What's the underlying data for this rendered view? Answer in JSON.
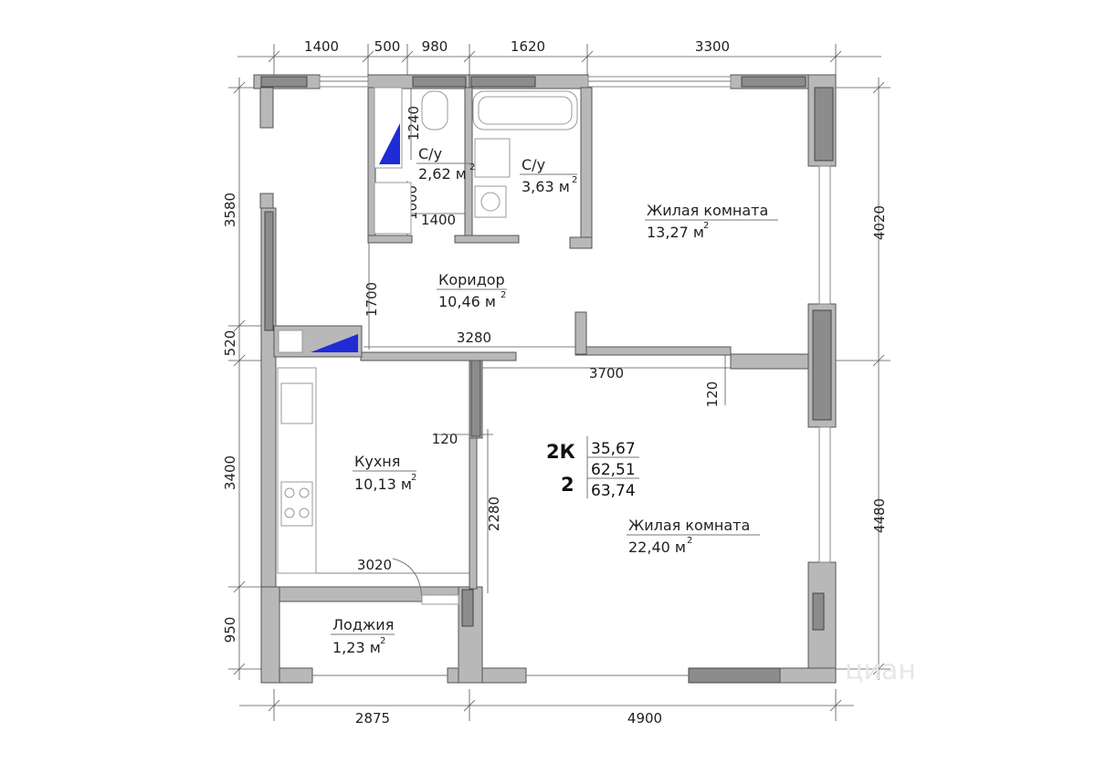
{
  "dimensions": {
    "top": [
      "1400",
      "500",
      "980",
      "1620",
      "3300"
    ],
    "bottom": [
      "2875",
      "4900"
    ],
    "left": [
      "3580",
      "520",
      "3400",
      "950"
    ],
    "right": [
      "4020",
      "4480"
    ],
    "inner": {
      "bath1_height": "1240",
      "bath1_lower": "1000",
      "bath1_width": "1400",
      "corridor_height": "1700",
      "corridor_width": "3280",
      "room1_width": "3700",
      "room1_wall": "120",
      "kitchen_wall": "120",
      "kitchen_door": "2280",
      "kitchen_width": "3020"
    }
  },
  "rooms": {
    "bath1": {
      "name": "С/у",
      "area": "2,62 м",
      "unit_sup": "2"
    },
    "bath2": {
      "name": "С/у",
      "area": "3,63 м",
      "unit_sup": "2"
    },
    "living1": {
      "name": "Жилая комната",
      "area": "13,27 м",
      "unit_sup": "2"
    },
    "corridor": {
      "name": "Коридор",
      "area": "10,46 м",
      "unit_sup": "2"
    },
    "kitchen": {
      "name": "Кухня",
      "area": "10,13 м",
      "unit_sup": "2"
    },
    "living2": {
      "name": "Жилая комната",
      "area": "22,40 м",
      "unit_sup": "2"
    },
    "loggia": {
      "name": "Лоджия",
      "area": "1,23 м",
      "unit_sup": "2"
    }
  },
  "summary": {
    "type": "2К",
    "rooms_count": "2",
    "living_area": "35,67",
    "total_area": "62,51",
    "total_with_loggia": "63,74"
  },
  "watermark": "циан",
  "colors": {
    "wall": "#b8b8b8",
    "wall_dark": "#8c8c8c",
    "line": "#555555",
    "accent_blue": "#1f2bd6"
  }
}
